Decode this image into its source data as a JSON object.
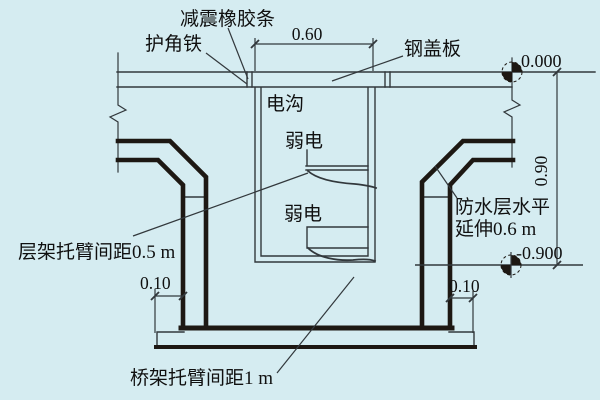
{
  "colors": {
    "background": "#d5ecf1",
    "line": "#32383c",
    "heavy_line": "#1d1813",
    "text": "#101010"
  },
  "annotations": {
    "rubber_strip": "减震橡胶条",
    "corner_iron": "护角铁",
    "steel_cover_plate": "钢盖板",
    "cable_trench": "电沟",
    "weak_current_upper": "弱电",
    "weak_current_lower": "弱电",
    "waterproof_line1": "防水层水平",
    "waterproof_line2": "延伸0.6 m",
    "shelf_bracket_spacing": "层架托臂间距0.5 m",
    "tray_bracket_spacing": "桥架托臂间距1 m"
  },
  "dimensions": {
    "opening_width": "0.60",
    "trench_depth": "0.90",
    "left_footing_offset": "0.10",
    "right_footing_offset": "0.10"
  },
  "elevations": {
    "ground_level": "0.000",
    "trench_bottom_level": "-0.900"
  }
}
